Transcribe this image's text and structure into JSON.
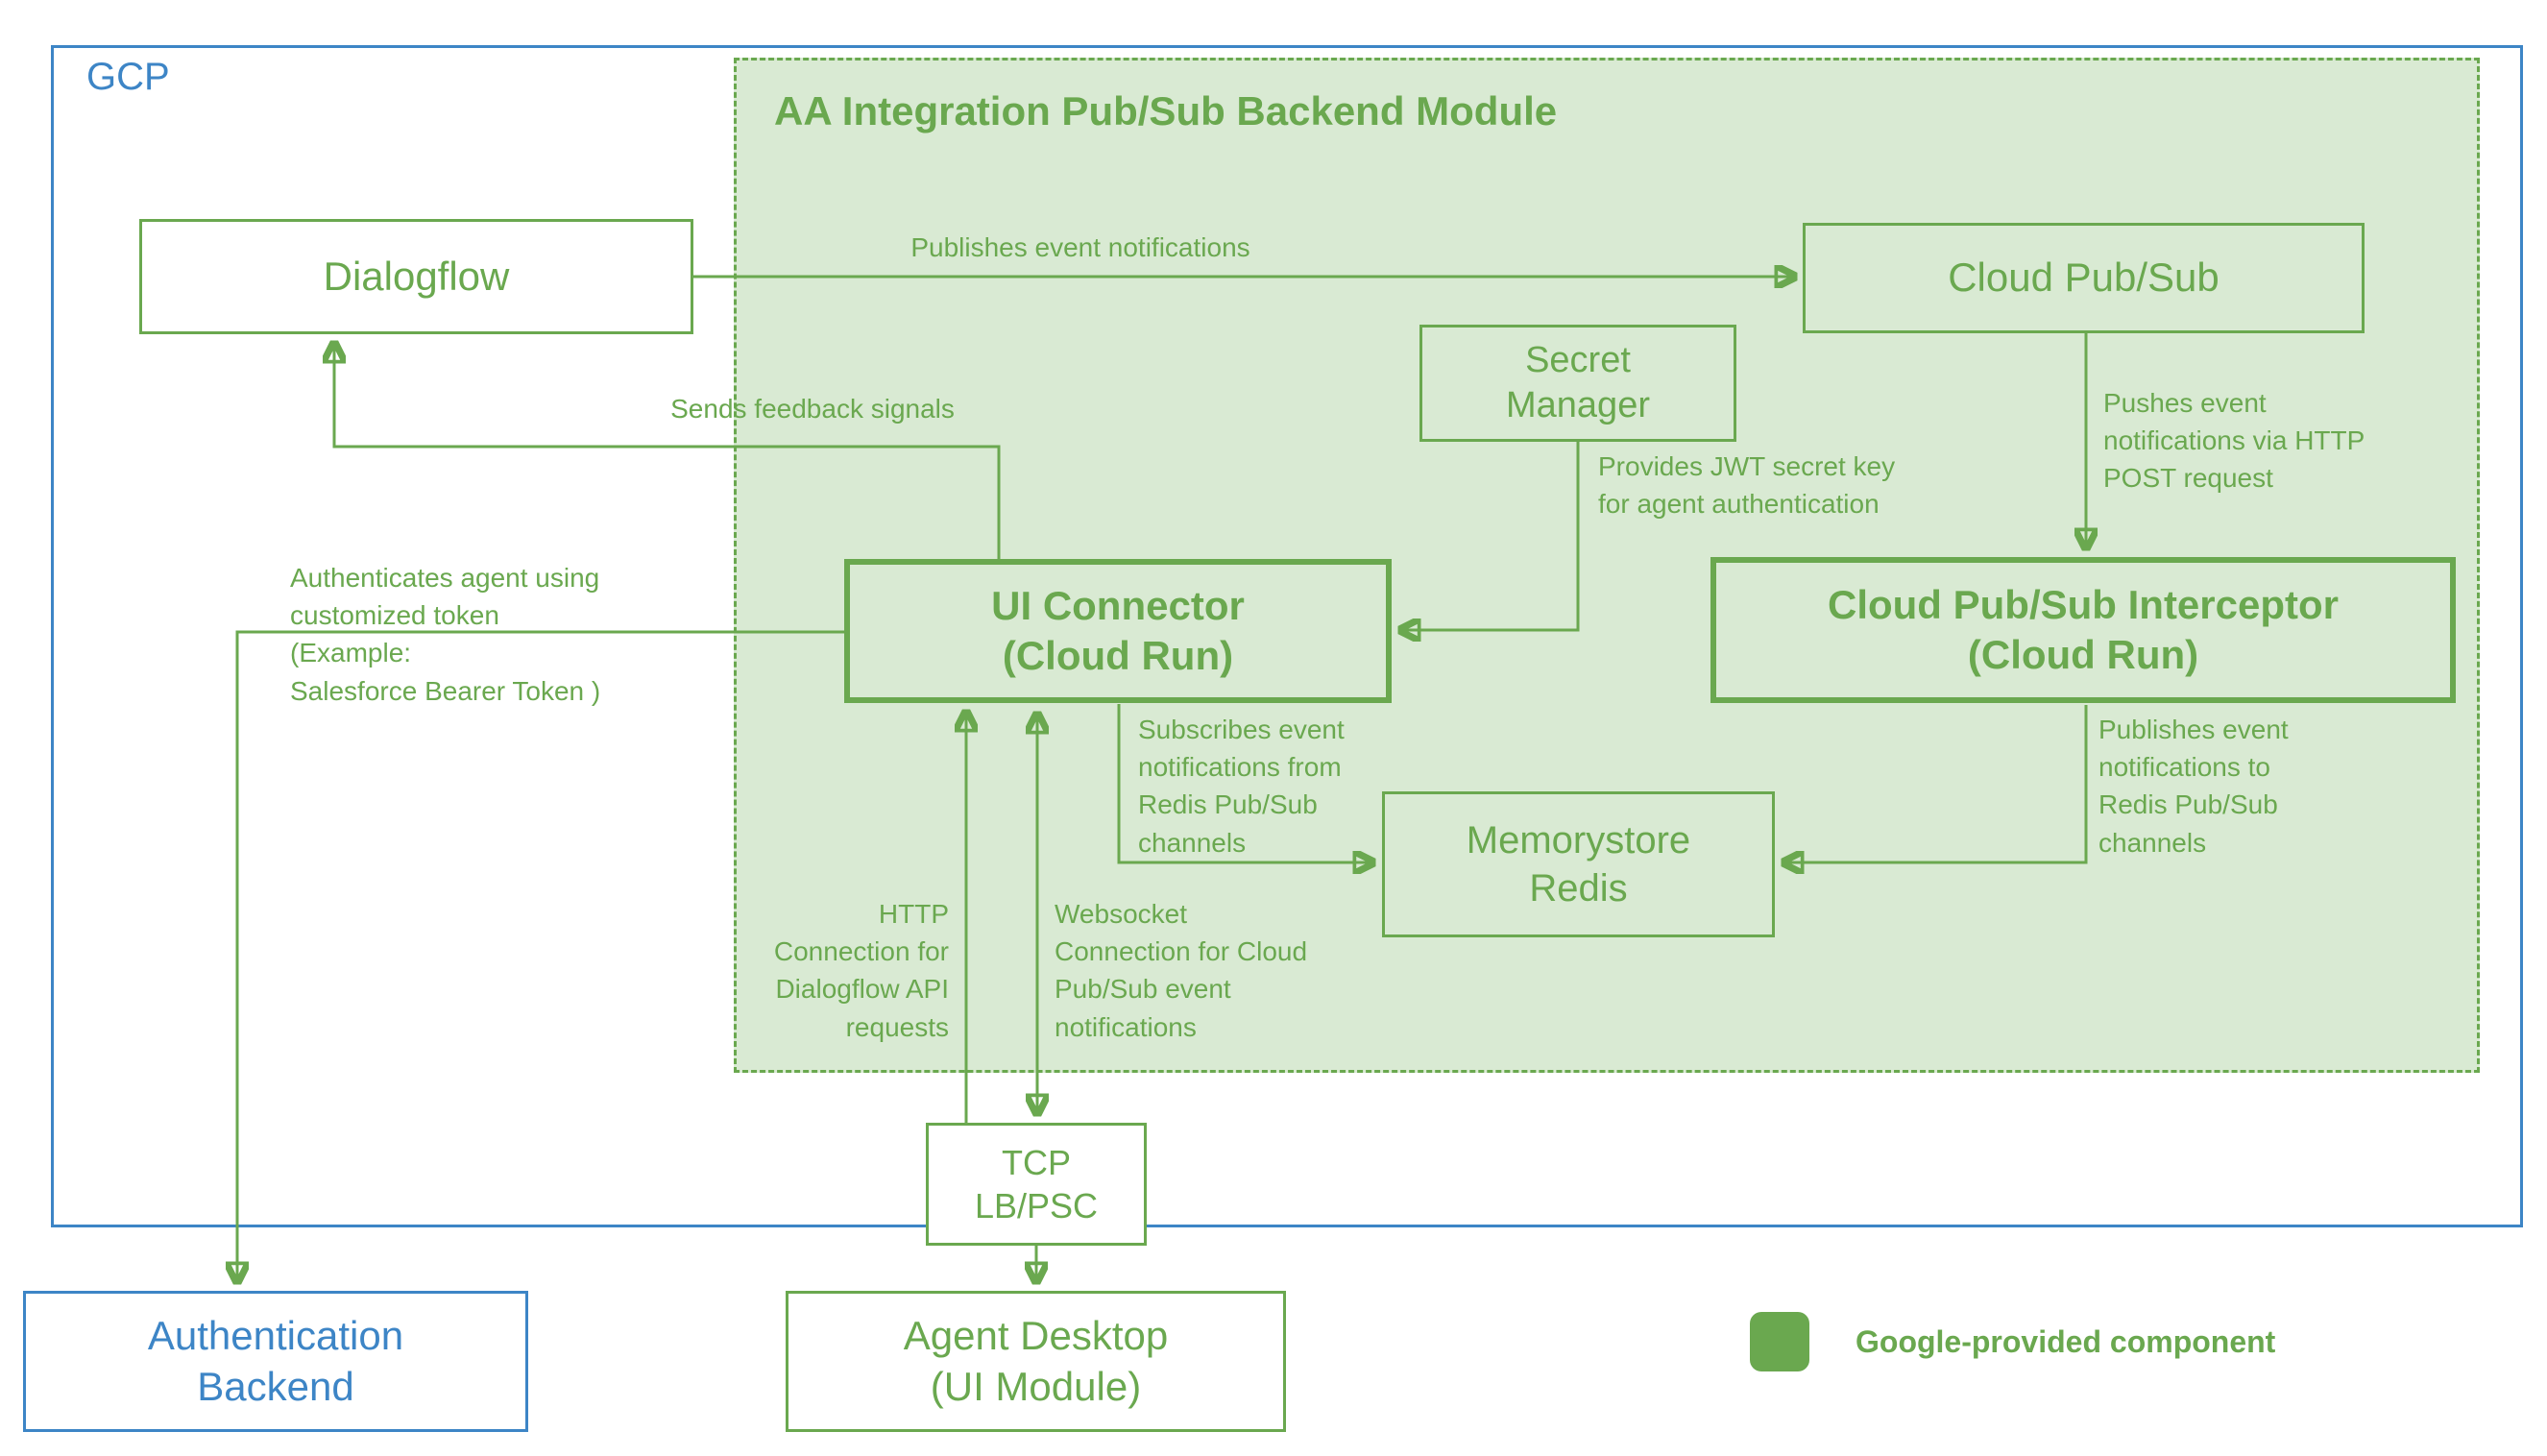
{
  "diagram": {
    "gcp_label": "GCP",
    "module_title": "AA Integration Pub/Sub Backend Module",
    "colors": {
      "green": "#6aa84f",
      "green_fill": "#d9ead3",
      "blue": "#3d85c6",
      "background": "#ffffff"
    },
    "nodes": {
      "dialogflow": {
        "label": "Dialogflow"
      },
      "cloud_pubsub": {
        "label": "Cloud Pub/Sub"
      },
      "secret_manager": {
        "label": "Secret\nManager"
      },
      "ui_connector": {
        "label": "UI Connector\n(Cloud Run)"
      },
      "interceptor": {
        "label": "Cloud Pub/Sub Interceptor\n(Cloud Run)"
      },
      "memorystore": {
        "label": "Memorystore\nRedis"
      },
      "tcp_lb": {
        "label": "TCP\nLB/PSC"
      },
      "agent_desktop": {
        "label": "Agent Desktop\n(UI Module)"
      },
      "auth_backend": {
        "label": "Authentication\nBackend"
      }
    },
    "edges": {
      "publishes_event": {
        "label": "Publishes event notifications"
      },
      "sends_feedback": {
        "label": "Sends feedback signals"
      },
      "provides_jwt": {
        "label": "Provides JWT secret key\nfor agent authentication"
      },
      "pushes_event": {
        "label": "Pushes event\nnotifications via HTTP\nPOST request"
      },
      "authenticates": {
        "label": "Authenticates agent using\ncustomized token\n(Example:\nSalesforce Bearer Token )"
      },
      "subscribes": {
        "label": "Subscribes event\nnotifications from\nRedis Pub/Sub\nchannels"
      },
      "publishes_redis": {
        "label": "Publishes event\nnotifications to\nRedis Pub/Sub\nchannels"
      },
      "http_conn": {
        "label": "HTTP\nConnection for\nDialogflow API\nrequests"
      },
      "websocket": {
        "label": "Websocket\nConnection for Cloud\nPub/Sub event\nnotifications"
      }
    },
    "legend": {
      "label": "Google-provided component"
    }
  }
}
